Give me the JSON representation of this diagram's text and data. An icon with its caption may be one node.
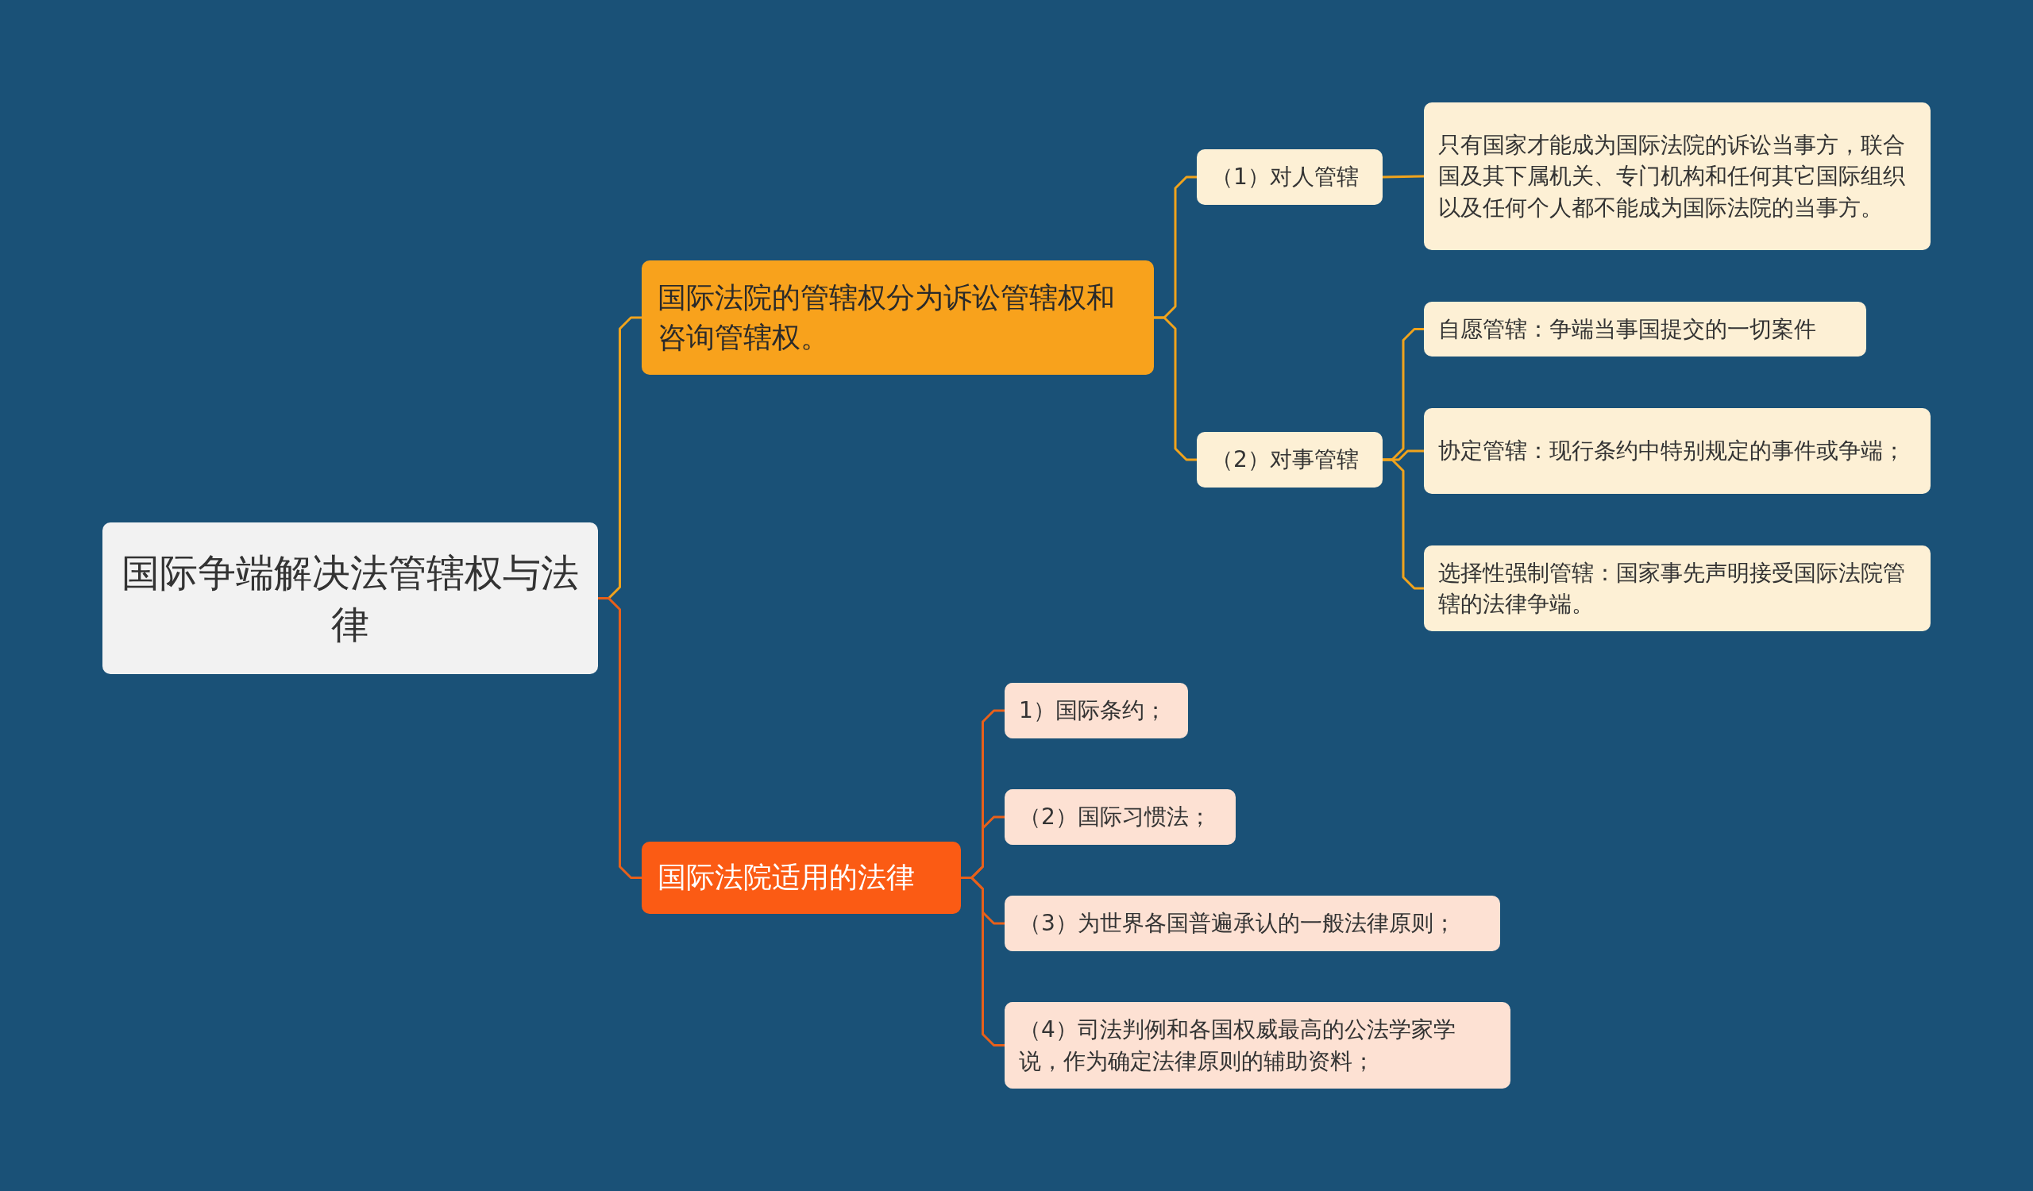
{
  "diagram": {
    "nodes": [
      {
        "text": [
          "国际争端解决法管辖权与法律"
        ]
      },
      {
        "text": [
          "国际法院的管辖权分为诉讼管辖权和咨询管辖权。"
        ]
      },
      {
        "text": [
          "（1）对人管辖"
        ]
      },
      {
        "text": [
          "只有国家才能成为国际法院的诉讼当事方，联合国及其下属机关、专门机构和任何其它国际组织以及任何个人都不能成为国际法院的当事方。"
        ]
      },
      {
        "text": [
          "（2）对事管辖"
        ]
      },
      {
        "text": [
          "自愿管辖：争端当事国提交的一切案件"
        ]
      },
      {
        "text": [
          "协定管辖：现行条约中特别规定的事件或争端；"
        ]
      },
      {
        "text": [
          "选择性强制管辖：国家事先声明接受国际法院管辖的法律争端。"
        ]
      },
      {
        "text": [
          "国际法院适用的法律"
        ]
      },
      {
        "text": [
          "1）国际条约；"
        ]
      },
      {
        "text": [
          "（2）国际习惯法；"
        ]
      },
      {
        "text": [
          "（3）为世界各国普遍承认的一般法律原则；"
        ]
      },
      {
        "text": [
          "（4）司法判例和各国权威最高的公法学家学说，作为确定法律原则的辅助资料；"
        ]
      }
    ],
    "edges": [
      {
        "from": 0,
        "to": 1,
        "arrow": "none"
      },
      {
        "from": 1,
        "to": 2,
        "arrow": "none"
      },
      {
        "from": 2,
        "to": 3,
        "arrow": "none"
      },
      {
        "from": 1,
        "to": 4,
        "arrow": "none"
      },
      {
        "from": 4,
        "to": 5,
        "arrow": "none"
      },
      {
        "from": 4,
        "to": 6,
        "arrow": "none"
      },
      {
        "from": 4,
        "to": 7,
        "arrow": "none"
      },
      {
        "from": 0,
        "to": 8,
        "arrow": "none",
        "color": "#e8601a"
      },
      {
        "from": 8,
        "to": 9,
        "arrow": "none",
        "color": "#e8601a"
      },
      {
        "from": 8,
        "to": 10,
        "arrow": "none",
        "color": "#e8601a"
      },
      {
        "from": 8,
        "to": 11,
        "arrow": "none",
        "color": "#e8601a"
      },
      {
        "from": 8,
        "to": 12,
        "arrow": "none",
        "color": "#e8601a"
      }
    ]
  }
}
